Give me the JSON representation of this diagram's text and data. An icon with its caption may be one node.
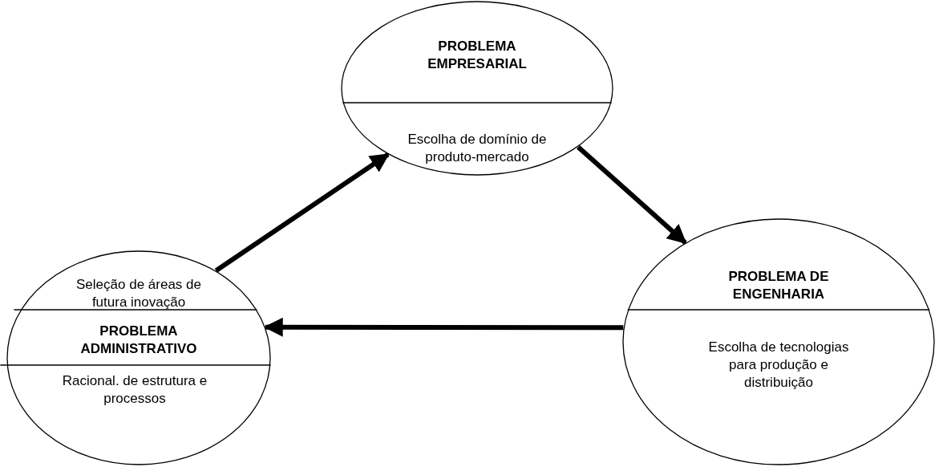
{
  "diagram": {
    "nodes": [
      {
        "text": [
          "PROBLEMA EMPRESARIAL",
          "Escolha de domínio de produto-mercado"
        ]
      },
      {
        "text": [
          "PROBLEMA DE ENGENHARIA",
          "Escolha de tecnologias para produção e distribuição"
        ]
      },
      {
        "text": [
          "Seleção de áreas de futura inovação",
          "PROBLEMA ADMINISTRATIVO",
          "Racional. de estrutura e processos"
        ]
      }
    ],
    "edges": [
      {
        "from": 2,
        "to": 0,
        "arrow": "to"
      },
      {
        "from": 0,
        "to": 1,
        "arrow": "to"
      },
      {
        "from": 1,
        "to": 2,
        "arrow": "to"
      }
    ]
  }
}
